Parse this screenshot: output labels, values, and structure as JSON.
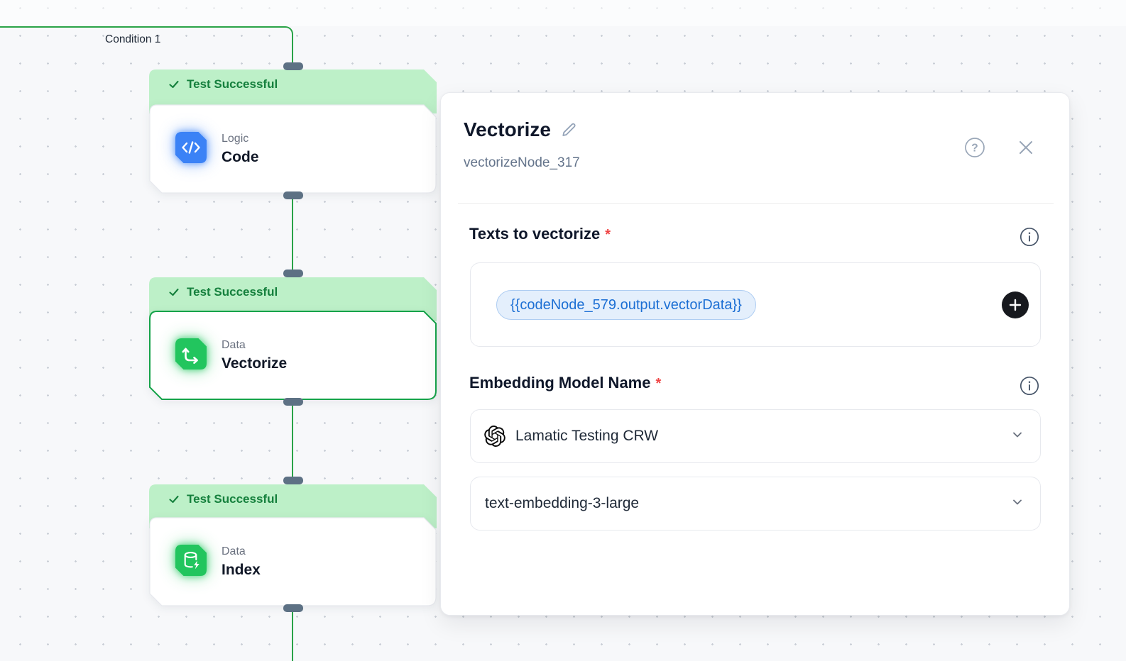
{
  "canvas": {
    "condition_label": "Condition 1",
    "nodes": [
      {
        "status": "Test Successful",
        "category": "Logic",
        "title": "Code",
        "icon": "code-icon",
        "selected": false
      },
      {
        "status": "Test Successful",
        "category": "Data",
        "title": "Vectorize",
        "icon": "vectorize-icon",
        "selected": true
      },
      {
        "status": "Test Successful",
        "category": "Data",
        "title": "Index",
        "icon": "database-icon",
        "selected": false
      }
    ]
  },
  "panel": {
    "title": "Vectorize",
    "node_id": "vectorizeNode_317",
    "texts_section": {
      "label": "Texts to vectorize",
      "required_marker": "*",
      "pill_value": "{{codeNode_579.output.vectorData}}"
    },
    "embedding_section": {
      "label": "Embedding Model Name",
      "required_marker": "*",
      "provider_select": {
        "value": "Lamatic Testing CRW",
        "icon": "openai-logo-icon"
      },
      "model_select": {
        "value": "text-embedding-3-large"
      }
    }
  },
  "colors": {
    "edge_green": "#2aa347",
    "banner_bg": "#bdf0c8",
    "banner_text": "#15803d",
    "selected_border": "#16a34a",
    "icon_blue": "#3b82f6",
    "icon_green": "#22c55e",
    "handle_gray": "#5d7184",
    "pill_bg": "#e4effc",
    "pill_border": "#aecdf2",
    "pill_text": "#1c6fd4",
    "plus_button_bg": "#17191e",
    "required_red": "#ef4444"
  }
}
